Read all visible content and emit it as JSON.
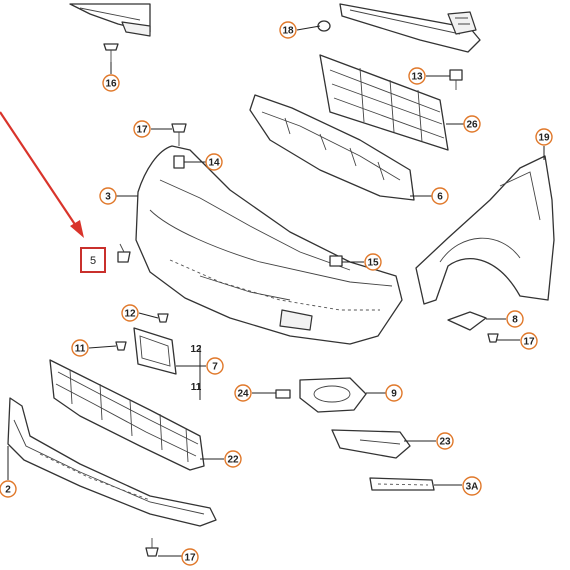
{
  "diagram": {
    "callouts": {
      "c18": "18",
      "c16": "16",
      "c13": "13",
      "c26": "26",
      "c17a": "17",
      "c14": "14",
      "c19": "19",
      "c3": "3",
      "c6": "6",
      "c15": "15",
      "c8": "8",
      "c17b": "17",
      "c12": "12",
      "c11": "11",
      "c7": "7",
      "c24": "24",
      "c9": "9",
      "c23": "23",
      "c22": "22",
      "c3a": "3A",
      "c2": "2",
      "c17c": "17"
    },
    "highlighted_part": "5",
    "stacked_labels": [
      "12",
      "11"
    ],
    "colors": {
      "callout_border": "#e0782a",
      "highlight": "#c9302c",
      "arrow": "#d9342b",
      "line": "#333333"
    }
  }
}
